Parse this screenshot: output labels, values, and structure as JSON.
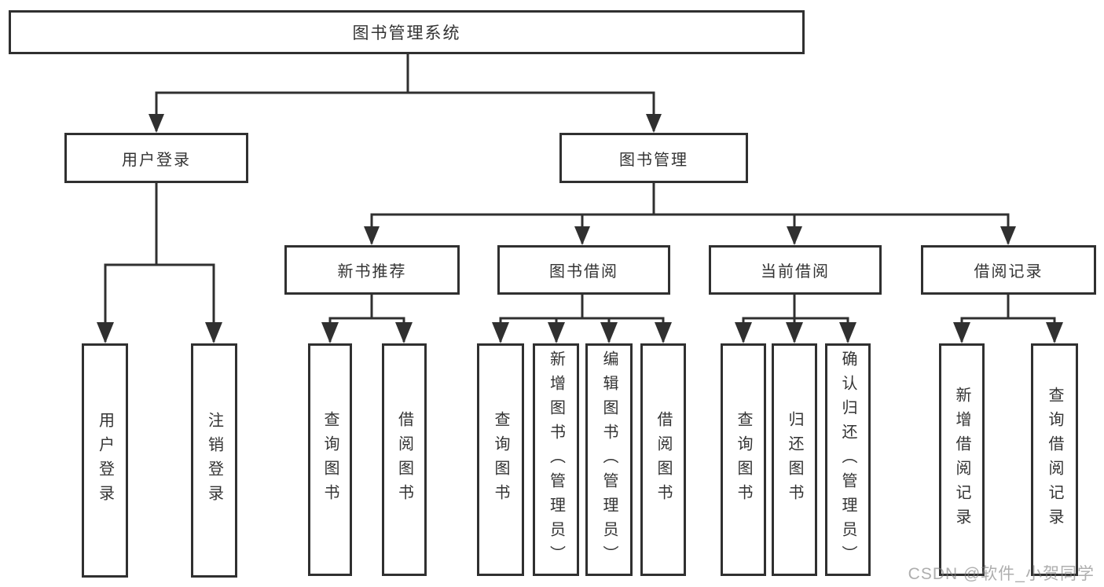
{
  "diagram": {
    "colors": {
      "line": "#303030",
      "box_border": "#303030",
      "text": "#333333",
      "background": "#ffffff",
      "watermark": "#7d7d7d"
    },
    "tree": {
      "label": "图书管理系统",
      "children": [
        {
          "label": "用户登录",
          "children": [
            {
              "label": "用户登录"
            },
            {
              "label": "注销登录"
            }
          ]
        },
        {
          "label": "图书管理",
          "children": [
            {
              "label": "新书推荐",
              "children": [
                {
                  "label": "查询图书"
                },
                {
                  "label": "借阅图书"
                }
              ]
            },
            {
              "label": "图书借阅",
              "children": [
                {
                  "label": "查询图书"
                },
                {
                  "label": "新增图书（管理员）"
                },
                {
                  "label": "编辑图书（管理员）"
                },
                {
                  "label": "借阅图书"
                }
              ]
            },
            {
              "label": "当前借阅",
              "children": [
                {
                  "label": "查询图书"
                },
                {
                  "label": "归还图书"
                },
                {
                  "label": "确认归还（管理员）"
                }
              ]
            },
            {
              "label": "借阅记录",
              "children": [
                {
                  "label": "新增借阅记录"
                },
                {
                  "label": "查询借阅记录"
                }
              ]
            }
          ]
        }
      ]
    },
    "watermark": "CSDN @软件_小贺同学"
  }
}
